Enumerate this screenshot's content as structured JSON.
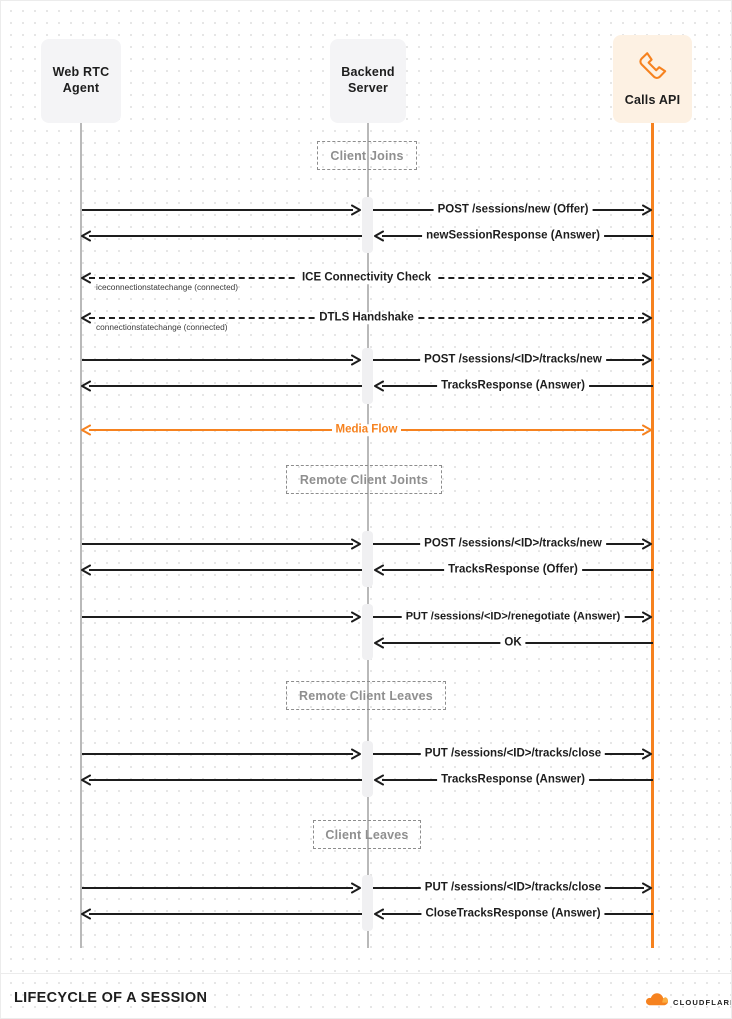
{
  "diagram": {
    "title": "LIFECYCLE OF A SESSION",
    "brand": "CLOUDFLARE",
    "accent_color": "#f6821f",
    "actors": [
      {
        "id": "agent",
        "label": "Web RTC\nAgent",
        "line1": "Web RTC",
        "line2": "Agent",
        "icon": "",
        "box_color": "#f4f4f6",
        "lifeline_color": "#b9b9b9"
      },
      {
        "id": "backend",
        "label": "Backend\nServer",
        "line1": "Backend",
        "line2": "Server",
        "icon": "",
        "box_color": "#f4f4f6",
        "lifeline_color": "#b9b9b9"
      },
      {
        "id": "calls",
        "label": "Calls API",
        "line1": "Calls API",
        "line2": "",
        "icon": "phone-icon",
        "box_color": "#fdf1e3",
        "lifeline_color": "#f6821f"
      }
    ],
    "sections": [
      {
        "id": "client-joins",
        "label": "Client Joins"
      },
      {
        "id": "remote-client-joints",
        "label": "Remote Client Joints"
      },
      {
        "id": "remote-client-leaves",
        "label": "Remote Client Leaves"
      },
      {
        "id": "client-leaves",
        "label": "Client Leaves"
      }
    ],
    "messages": {
      "m1_left": {
        "label": "",
        "from": "agent",
        "to": "backend",
        "dir": "right"
      },
      "m1_right": {
        "label": "POST /sessions/new (Offer)",
        "from": "backend",
        "to": "calls",
        "dir": "right"
      },
      "m2_left": {
        "label": "",
        "from": "backend",
        "to": "agent",
        "dir": "left"
      },
      "m2_right": {
        "label": "newSessionResponse (Answer)",
        "from": "calls",
        "to": "backend",
        "dir": "left"
      },
      "m3": {
        "label": "ICE Connectivity Check",
        "sublabel": "iceconnectionstatechange (connected)",
        "dir": "both",
        "style": "dashed"
      },
      "m4": {
        "label": "DTLS Handshake",
        "sublabel": "connectionstatechange (connected)",
        "dir": "both",
        "style": "dashed"
      },
      "m5_left": {
        "label": "",
        "from": "agent",
        "to": "backend",
        "dir": "right"
      },
      "m5_right": {
        "label": "POST /sessions/<ID>/tracks/new",
        "from": "backend",
        "to": "calls",
        "dir": "right"
      },
      "m6_left": {
        "label": "",
        "from": "backend",
        "to": "agent",
        "dir": "left"
      },
      "m6_right": {
        "label": "TracksResponse (Answer)",
        "from": "calls",
        "to": "backend",
        "dir": "left"
      },
      "m7": {
        "label": "Media Flow",
        "dir": "both",
        "style": "orange"
      },
      "m8_left": {
        "label": "",
        "from": "agent",
        "to": "backend",
        "dir": "right"
      },
      "m8_right": {
        "label": "POST /sessions/<ID>/tracks/new",
        "from": "backend",
        "to": "calls",
        "dir": "right"
      },
      "m9_left": {
        "label": "",
        "from": "backend",
        "to": "agent",
        "dir": "left"
      },
      "m9_right": {
        "label": "TracksResponse (Offer)",
        "from": "calls",
        "to": "backend",
        "dir": "left"
      },
      "m10_left": {
        "label": "",
        "from": "agent",
        "to": "backend",
        "dir": "right"
      },
      "m10_right": {
        "label": "PUT /sessions/<ID>/renegotiate (Answer)",
        "from": "backend",
        "to": "calls",
        "dir": "right"
      },
      "m11_right": {
        "label": "OK",
        "from": "calls",
        "to": "backend",
        "dir": "left"
      },
      "m12_left": {
        "label": "",
        "from": "agent",
        "to": "backend",
        "dir": "right"
      },
      "m12_right": {
        "label": "PUT /sessions/<ID>/tracks/close",
        "from": "backend",
        "to": "calls",
        "dir": "right"
      },
      "m13_left": {
        "label": "",
        "from": "backend",
        "to": "agent",
        "dir": "left"
      },
      "m13_right": {
        "label": "TracksResponse (Answer)",
        "from": "calls",
        "to": "backend",
        "dir": "left"
      },
      "m14_left": {
        "label": "",
        "from": "agent",
        "to": "backend",
        "dir": "right"
      },
      "m14_right": {
        "label": "PUT /sessions/<ID>/tracks/close",
        "from": "backend",
        "to": "calls",
        "dir": "right"
      },
      "m15_left": {
        "label": "",
        "from": "backend",
        "to": "agent",
        "dir": "left"
      },
      "m15_right": {
        "label": "CloseTracksResponse (Answer)",
        "from": "calls",
        "to": "backend",
        "dir": "left"
      }
    }
  }
}
